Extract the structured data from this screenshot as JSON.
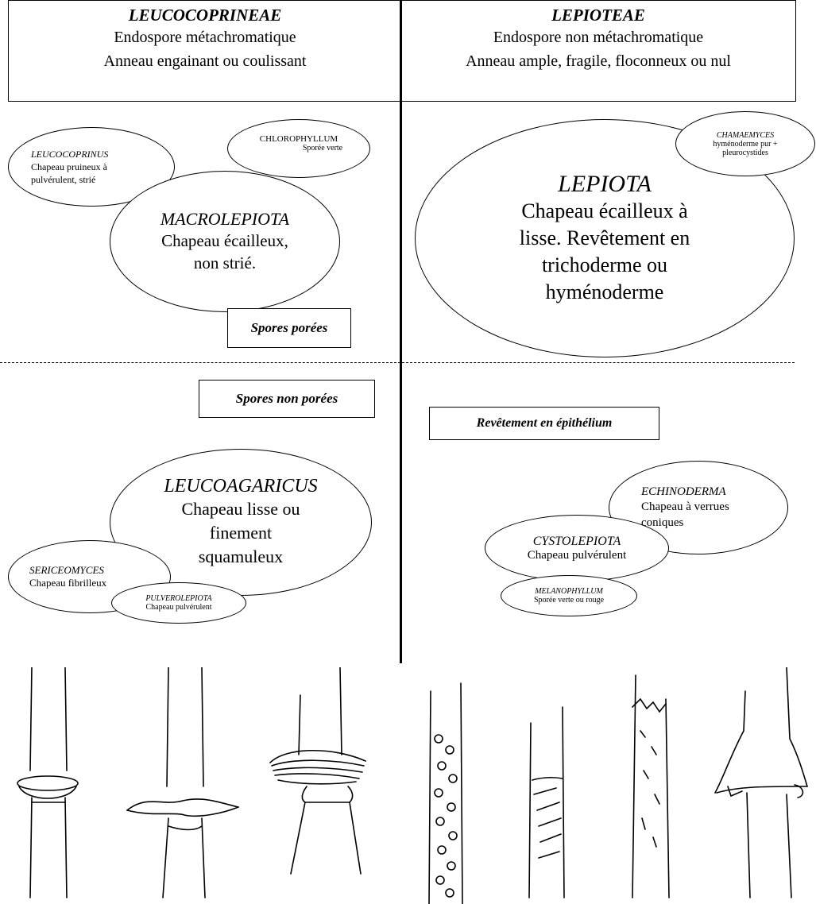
{
  "left_header": {
    "title": "LEUCOCOPRINEAE",
    "line1": "Endospore métachromatique",
    "line2": "Anneau engainant ou coulissant"
  },
  "right_header": {
    "title": "LEPIOTEAE",
    "line1": "Endospore non métachromatique",
    "line2": "Anneau ample, fragile, floconneux ou nul"
  },
  "genera": {
    "leucocoprinus": {
      "name": "LEUCOCOPRINUS",
      "desc": "Chapeau pruineux à pulvérulent, strié"
    },
    "chlorophyllum": {
      "name": "CHLOROPHYLLUM",
      "desc": "Sporée verte"
    },
    "macrolepiota": {
      "name": "MACROLEPIOTA",
      "desc": "Chapeau écailleux, non strié."
    },
    "lepiota": {
      "name": "LEPIOTA",
      "desc": "Chapeau écailleux à lisse. Revêtement en trichoderme ou hyménoderme"
    },
    "chamaemyces": {
      "name": "CHAMAEMYCES",
      "desc": "hyménoderme pur + pleurocystides"
    },
    "leucoagaricus": {
      "name": "LEUCOAGARICUS",
      "desc": "Chapeau lisse ou finement squamuleux"
    },
    "sericeomyces": {
      "name": "SERICEOMYCES",
      "desc": "Chapeau fibrilleux"
    },
    "pulverolepiota": {
      "name": "PULVEROLEPIOTA",
      "desc": "Chapeau pulvérulent"
    },
    "echinoderma": {
      "name": "ECHINODERMA",
      "desc": "Chapeau à verrues coniques"
    },
    "cystolepiota": {
      "name": "CYSTOLEPIOTA",
      "desc": "Chapeau pulvérulent"
    },
    "melanophyllum": {
      "name": "MELANOPHYLLUM",
      "desc": "Sporée verte ou rouge"
    }
  },
  "labels": {
    "spores_porees": "Spores porées",
    "spores_non_porees": "Spores non porées",
    "revetement_epithelium": "Revêtement en épithélium"
  }
}
